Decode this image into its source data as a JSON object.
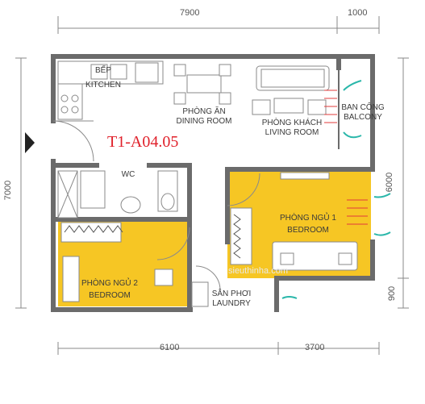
{
  "unit_code": "T1-A04.05",
  "dimensions": {
    "top_left": "7900",
    "top_right": "1000",
    "left": "7000",
    "right_upper": "6000",
    "right_lower": "900",
    "bottom_left": "6100",
    "bottom_right": "3700"
  },
  "rooms": {
    "kitchen": {
      "vi": "BẾP",
      "en": "KITCHEN"
    },
    "dining": {
      "vi": "PHÒNG ĂN",
      "en": "DINING ROOM"
    },
    "living": {
      "vi": "PHÒNG KHÁCH",
      "en": "LIVING ROOM"
    },
    "balcony": {
      "vi": "BAN CÔNG",
      "en": "BALCONY"
    },
    "wc": {
      "label": "WC"
    },
    "bedroom1": {
      "vi": "PHÒNG NGỦ 1",
      "en": "BEDROOM"
    },
    "bedroom2": {
      "vi": "PHÒNG NGỦ 2",
      "en": "BEDROOM"
    },
    "laundry": {
      "vi": "SÂN PHƠI",
      "en": "LAUNDRY"
    }
  },
  "watermark": "sieuthinha.com",
  "colors": {
    "bedroom_fill": "#f6c624",
    "wall": "#6b6b6b",
    "unit_code": "#e0202a",
    "arrow_red": "#e23b3b",
    "wind_arrow": "#2ab7aa",
    "dim_line": "#888888"
  }
}
